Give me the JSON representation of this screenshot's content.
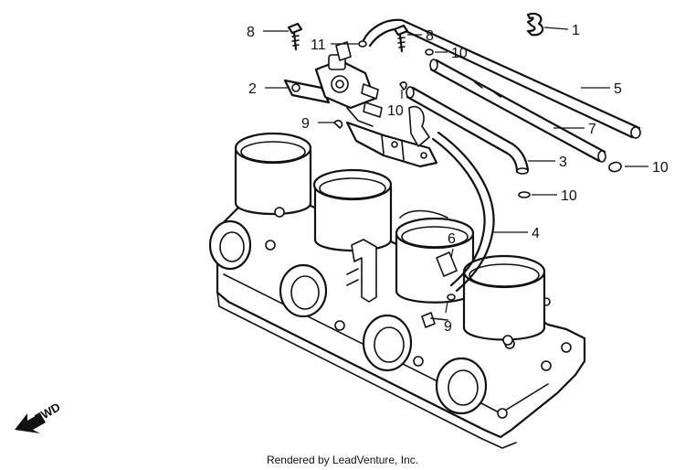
{
  "callouts": [
    {
      "id": "c1",
      "label": "1"
    },
    {
      "id": "c2",
      "label": "2"
    },
    {
      "id": "c3",
      "label": "3"
    },
    {
      "id": "c4",
      "label": "4"
    },
    {
      "id": "c5",
      "label": "5"
    },
    {
      "id": "c6",
      "label": "6"
    },
    {
      "id": "c7",
      "label": "7"
    },
    {
      "id": "c8a",
      "label": "8"
    },
    {
      "id": "c8b",
      "label": "8"
    },
    {
      "id": "c9a",
      "label": "9"
    },
    {
      "id": "c9b",
      "label": "9"
    },
    {
      "id": "c10a",
      "label": "10"
    },
    {
      "id": "c10b",
      "label": "10"
    },
    {
      "id": "c10c",
      "label": "10"
    },
    {
      "id": "c10d",
      "label": "10"
    },
    {
      "id": "c11",
      "label": "11"
    }
  ],
  "direction_label": "FWD",
  "credit": "Rendered by LeadVenture, Inc."
}
